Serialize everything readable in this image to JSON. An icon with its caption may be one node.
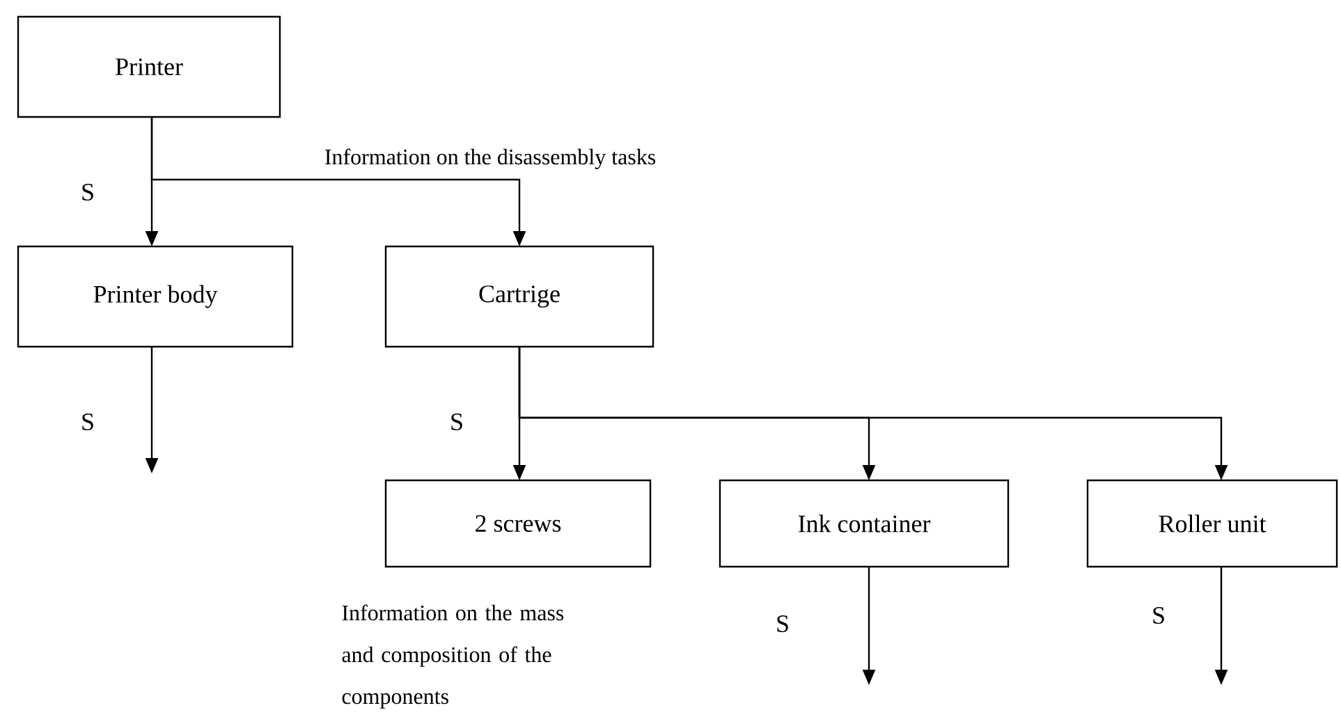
{
  "diagram": {
    "nodes": [
      {
        "text": [
          "Printer"
        ]
      },
      {
        "text": [
          "Printer body"
        ]
      },
      {
        "text": [
          "Cartrige"
        ]
      },
      {
        "text": [
          "2 screws"
        ]
      },
      {
        "text": [
          "Ink  container"
        ]
      },
      {
        "text": [
          "Roller unit"
        ]
      }
    ],
    "edges": [
      {
        "from": 0,
        "to": 1,
        "arrow": "to",
        "label": "S"
      },
      {
        "from": 0,
        "to": 2,
        "arrow": "to"
      },
      {
        "from": 1,
        "to": null,
        "arrow": "to",
        "label": "S"
      },
      {
        "from": 2,
        "to": 3,
        "arrow": "to",
        "label": "S"
      },
      {
        "from": 2,
        "to": 4,
        "arrow": "to"
      },
      {
        "from": 2,
        "to": 5,
        "arrow": "to"
      },
      {
        "from": 4,
        "to": null,
        "arrow": "to",
        "label": "S"
      },
      {
        "from": 5,
        "to": null,
        "arrow": "to",
        "label": "S"
      }
    ],
    "labels": [
      "Information on the disassembly tasks",
      "Information on the mass and composition of the components"
    ]
  }
}
